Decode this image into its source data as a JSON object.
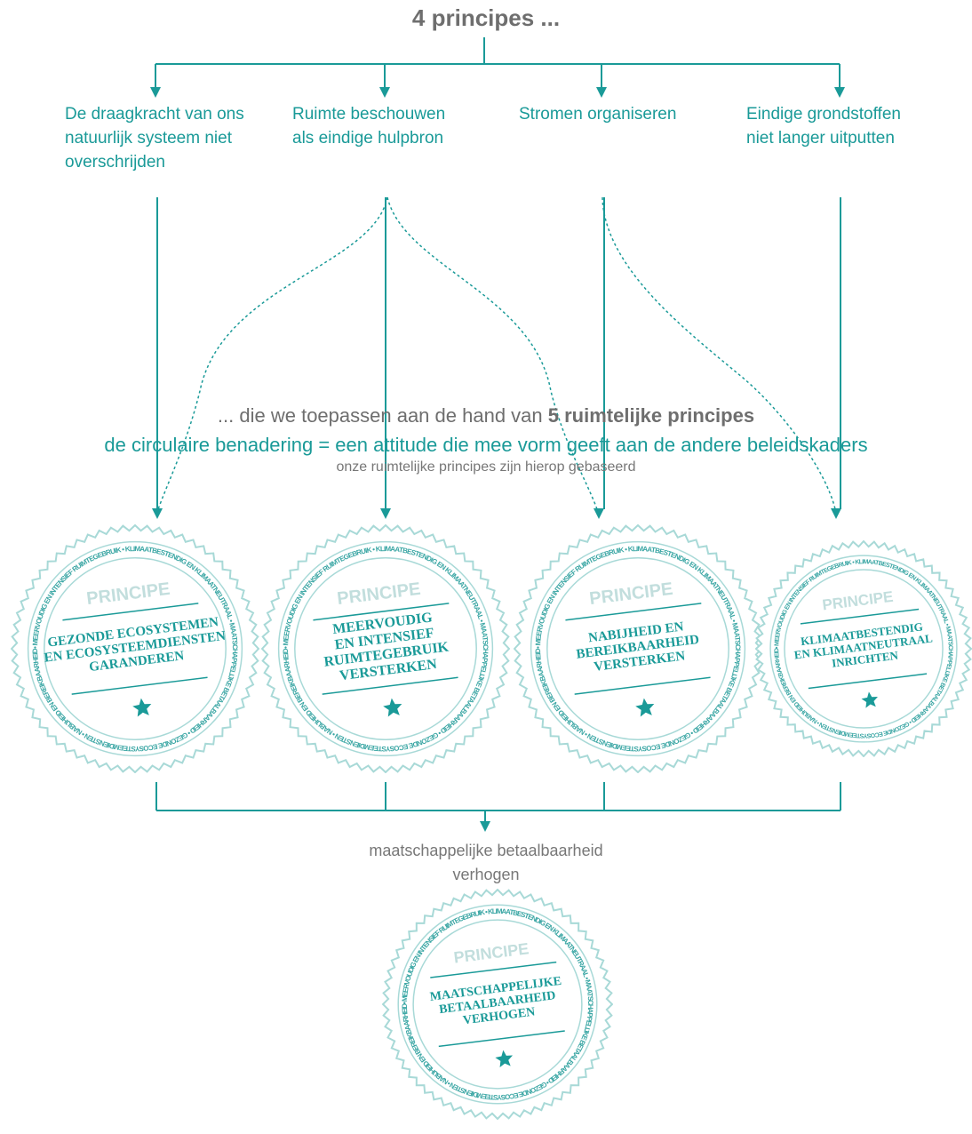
{
  "title": "4 principes ...",
  "principles": [
    {
      "lines": [
        "De draagkracht van ons",
        "natuurlijk systeem niet",
        "overschrijden"
      ]
    },
    {
      "lines": [
        "Ruimte beschouwen",
        "als eindige hulpbron"
      ]
    },
    {
      "lines": [
        "Stromen organiseren"
      ]
    },
    {
      "lines": [
        "Eindige grondstoffen",
        "niet langer uitputten"
      ]
    }
  ],
  "middle": {
    "line1_prefix": "... die we toepassen aan de hand van ",
    "line1_bold": "5 ruimtelijke principes",
    "line2": "de circulaire benadering = een attitude die mee vorm geeft aan de andere beleidskaders",
    "line3": "onze ruimtelijke principes zijn hierop gebaseerd"
  },
  "badge_ring_text": "• MEERVOUDIG EN INTENSIEF RUIMTEGEBRUIK • KLIMAATBESTENDIG EN KLIMAATNEUTRAAL • MAATSCHAPPELIJKE BETAALBAARHEID • GEZONDE ECOSYSTEEMDIENSTEN • NABIJHEID EN BEREIKBAARHEID ",
  "badge_header": "PRINCIPE",
  "badges": [
    {
      "lines": [
        "GEZONDE ECOSYSTEMEN",
        "EN ECOSYSTEEMDIENSTEN",
        "GARANDEREN"
      ]
    },
    {
      "lines": [
        "MEERVOUDIG",
        "EN INTENSIEF",
        "RUIMTEGEBRUIK",
        "VERSTERKEN"
      ]
    },
    {
      "lines": [
        "NABIJHEID EN",
        "BEREIKBAARHEID",
        "VERSTERKEN"
      ]
    },
    {
      "lines": [
        "KLIMAATBESTENDIG",
        "EN KLIMAATNEUTRAAL",
        "INRICHTEN"
      ]
    }
  ],
  "result_label": [
    "maatschappelijke betaalbaarheid",
    "verhogen"
  ],
  "final_badge": {
    "lines": [
      "MAATSCHAPPELIJKE",
      "BETAALBAARHEID",
      "VERHOGEN"
    ]
  },
  "colors": {
    "teal": "#1a9a98",
    "gray": "#777777",
    "badge_light": "#a8d9d7",
    "badge_header": "#c2dedd"
  }
}
